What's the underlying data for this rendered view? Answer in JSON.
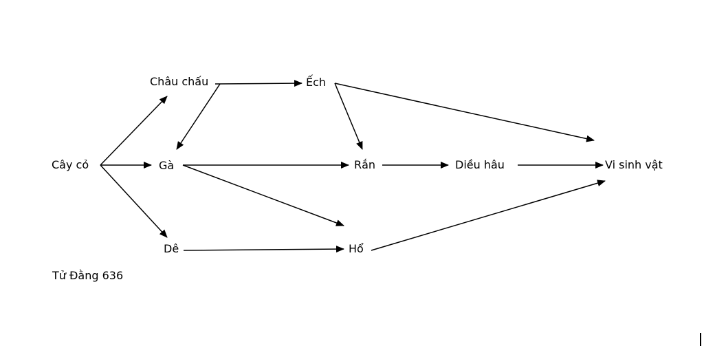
{
  "diagram": {
    "nodes": [
      {
        "id": "cay-co",
        "label": "Cây cỏ"
      },
      {
        "id": "chau-chau",
        "label": "Châu chấu"
      },
      {
        "id": "ech",
        "label": "Ếch"
      },
      {
        "id": "ga",
        "label": "Gà"
      },
      {
        "id": "ran",
        "label": "Rắn"
      },
      {
        "id": "dieu-hau",
        "label": "Diều hâu"
      },
      {
        "id": "vi-sinh-vat",
        "label": "Vi sinh vật"
      },
      {
        "id": "de",
        "label": "Dê"
      },
      {
        "id": "ho",
        "label": "Hổ"
      }
    ],
    "edges": [
      {
        "from": "cay-co",
        "to": "chau-chau"
      },
      {
        "from": "cay-co",
        "to": "ga"
      },
      {
        "from": "cay-co",
        "to": "de"
      },
      {
        "from": "chau-chau",
        "to": "ech"
      },
      {
        "from": "chau-chau",
        "to": "ga"
      },
      {
        "from": "ech",
        "to": "ran"
      },
      {
        "from": "ech",
        "to": "vi-sinh-vat"
      },
      {
        "from": "ga",
        "to": "ran"
      },
      {
        "from": "ga",
        "to": "ho"
      },
      {
        "from": "ran",
        "to": "dieu-hau"
      },
      {
        "from": "dieu-hau",
        "to": "vi-sinh-vat"
      },
      {
        "from": "de",
        "to": "ho"
      },
      {
        "from": "ho",
        "to": "vi-sinh-vat"
      }
    ],
    "credit": "Tử  Đằng 636"
  },
  "colors": {
    "line": "#000000",
    "text": "#000000",
    "background": "#ffffff"
  }
}
